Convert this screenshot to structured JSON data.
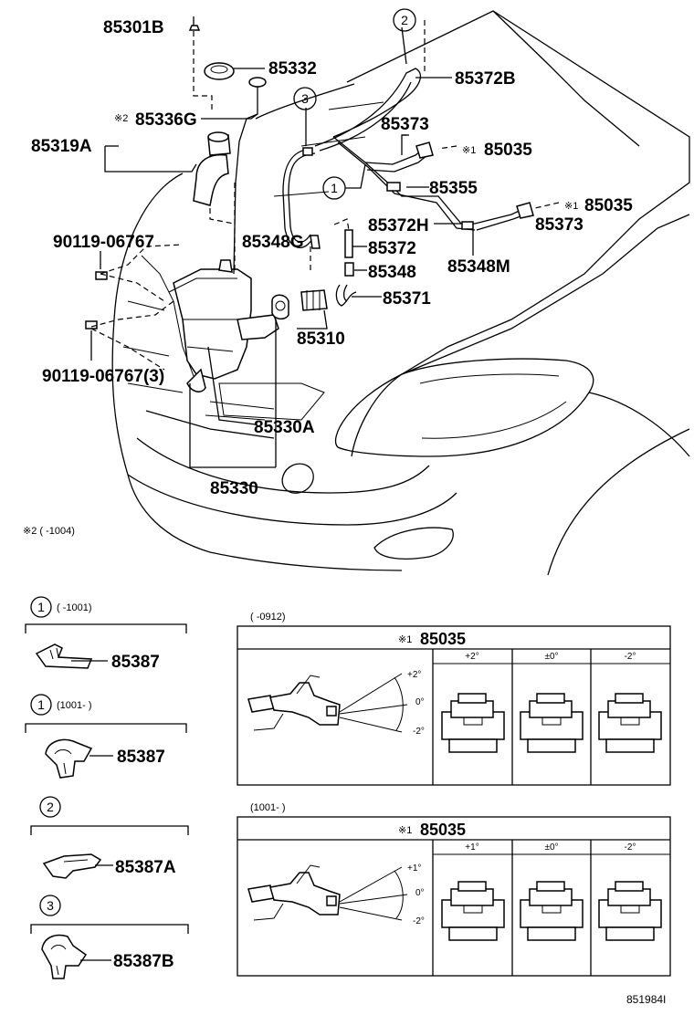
{
  "parts": {
    "p85301B": "85301B",
    "p85332": "85332",
    "p85372B": "85372B",
    "p85336G_mark": "※2",
    "p85336G": "85336G",
    "p85319A": "85319A",
    "p85373a": "85373",
    "p85035a_mark": "※1",
    "p85035a": "85035",
    "p85355": "85355",
    "p85035b_mark": "※1",
    "p85035b": "85035",
    "p85372H": "85372H",
    "p85373b": "85373",
    "p90119a": "90119-06767",
    "p85348G": "85348G",
    "p85372": "85372",
    "p85348M": "85348M",
    "p85348": "85348",
    "p85371": "85371",
    "p85310": "85310",
    "p90119b": "90119-06767(3)",
    "p85330A": "85330A",
    "p85330": "85330"
  },
  "callouts": {
    "c1": "1",
    "c2": "2",
    "c3": "3"
  },
  "note2": "※2 (      -1004)",
  "details": [
    {
      "num": "1",
      "range": "(      -1001)",
      "part": "85387"
    },
    {
      "num": "1",
      "range": "(1001-      )",
      "part": "85387"
    },
    {
      "num": "2",
      "range": "",
      "part": "85387A"
    },
    {
      "num": "3",
      "range": "",
      "part": "85387B"
    }
  ],
  "tables": [
    {
      "range": "(      -0912)",
      "title_mark": "※1",
      "title": "85035",
      "angles": [
        "+2°",
        "0°",
        "-2°"
      ],
      "columns": [
        "+2°",
        "±0°",
        "-2°"
      ]
    },
    {
      "range": "(1001-      )",
      "title_mark": "※1",
      "title": "85035",
      "angles": [
        "+1°",
        "0°",
        "-2°"
      ],
      "columns": [
        "+1°",
        "±0°",
        "-2°"
      ]
    }
  ],
  "code": "851984I"
}
